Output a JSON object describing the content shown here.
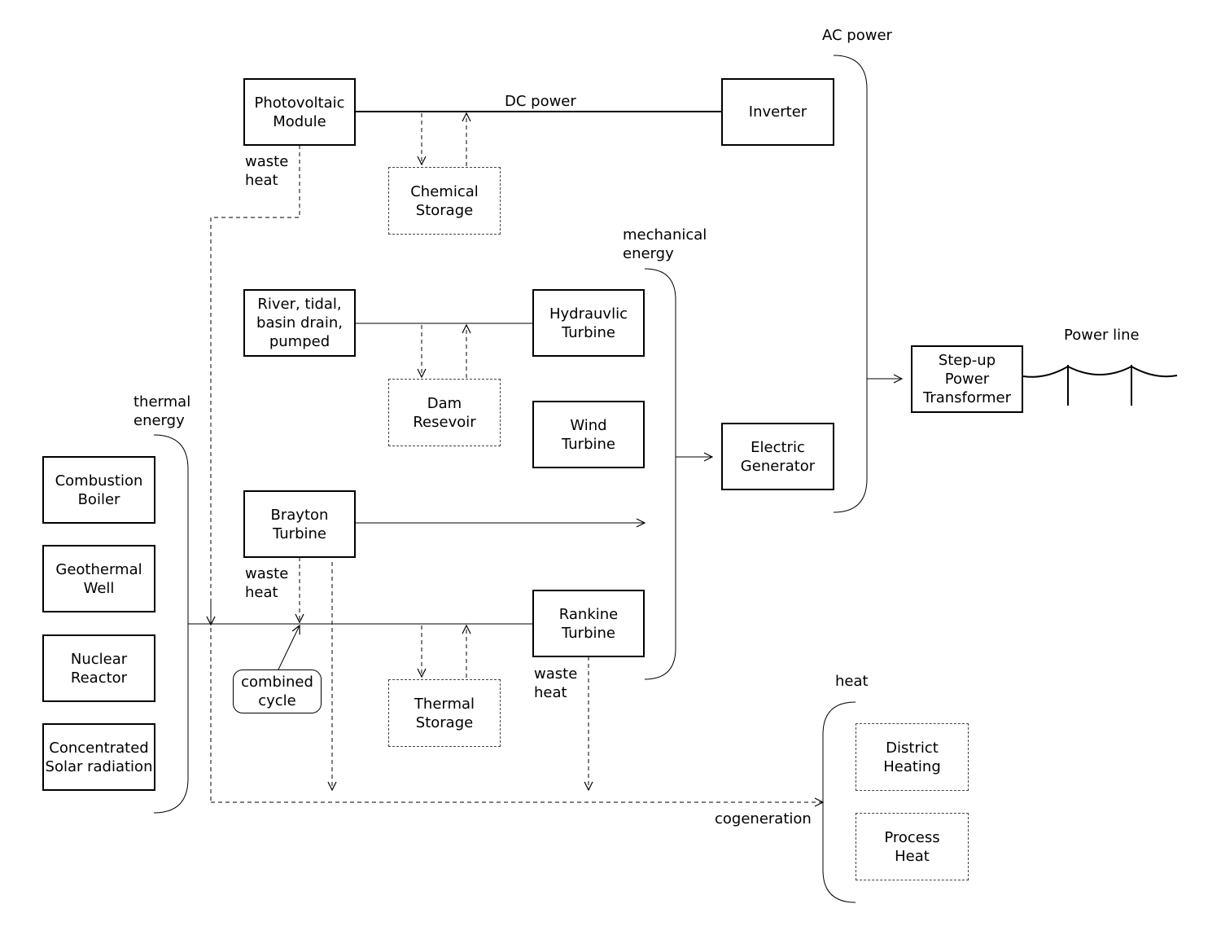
{
  "boxes": {
    "photovoltaic_module": "Photovoltaic\nModule",
    "inverter": "Inverter",
    "chemical_storage": "Chemical\nStorage",
    "river_tidal": "River, tidal,\nbasin drain,\npumped",
    "hydraulic_turbine": "Hydrauvlic\nTurbine",
    "dam_reservoir": "Dam\nResevoir",
    "wind_turbine": "Wind\nTurbine",
    "electric_generator": "Electric\nGenerator",
    "brayton_turbine": "Brayton\nTurbine",
    "rankine_turbine": "Rankine\nTurbine",
    "thermal_storage": "Thermal\nStorage",
    "combined_cycle": "combined\ncycle",
    "combustion_boiler": "Combustion\nBoiler",
    "geothermal_well": "Geothermal\nWell",
    "nuclear_reactor": "Nuclear\nReactor",
    "concentrated_solar": "Concentrated\nSolar radiation",
    "step_up_transformer": "Step-up\nPower\nTransformer",
    "district_heating": "District\nHeating",
    "process_heat": "Process\nHeat"
  },
  "labels": {
    "ac_power": "AC power",
    "dc_power": "DC power",
    "waste_heat_pv": "waste\nheat",
    "waste_heat_brayton": "waste\nheat",
    "waste_heat_rankine": "waste\nheat",
    "mechanical_energy": "mechanical\nenergy",
    "thermal_energy": "thermal\nenergy",
    "power_line": "Power line",
    "heat": "heat",
    "cogeneration": "cogeneration"
  }
}
